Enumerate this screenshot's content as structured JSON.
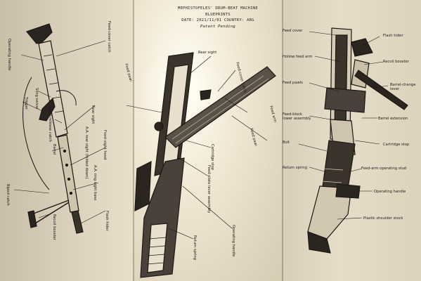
{
  "header": {
    "title": "MEPHISTOFELES' DRUM-BEAT MACHINE",
    "subtitle": "BLUEPRINTS",
    "date_line": "DATE: 2021/11/01 COUNTRY: ARG",
    "patent": "Patent Pending"
  },
  "left_labels": {
    "operating_handle": "Operating handle",
    "feed_cover_catch": "Feed-cover catch",
    "sling_swivel": "Sling swivel",
    "trigger": "Trigger",
    "barrel_release_catch": "Barrel-release catch",
    "barrel": "Barrel",
    "rear_sight": "Rear sight",
    "front_sight_hood": "Front-sight hood",
    "bipod_catch": "Bipod catch",
    "recoil_booster": "Recoil booster",
    "flash_hider": "Flash hider",
    "aa_ring_sight_base": "A.A. ring sight base",
    "aa_rear_sight": "A.A. rear sight (folded down)"
  },
  "middle_labels": {
    "feed_pawl_top": "Feed pawl",
    "rear_sight": "Rear sight",
    "feed_cover_catch": "Feed-cover catch",
    "feed_arm": "Feed arm",
    "feed_pawl_bottom": "Feed pawl",
    "cartridge_stop": "Cartridge stop",
    "feed_plate_lever_assembly": "Feed-plate lever assembly",
    "return_spring": "Return spring",
    "operating_handle": "Operating handle"
  },
  "right_labels": {
    "feed_cover": "Feed cover",
    "flash_hider": "Flash hider",
    "hollow_feed_arm": "Hollow feed arm",
    "recoil_booster": "Recoil booster",
    "feed_pawls": "Feed pawls",
    "barrel_change_lever": "Barrel-change lever",
    "feed_block_lower_assembly": "Feed-block lower assembly",
    "barrel_extension": "Barrel extension",
    "bolt": "Bolt",
    "cartridge_stop": "Cartridge stop",
    "return_spring": "Return spring",
    "feed_arm_operating_stud": "Feed-arm operating stud",
    "operating_handle": "Operating handle",
    "plastic_shoulder_stock": "Plastic shoulder stock"
  }
}
